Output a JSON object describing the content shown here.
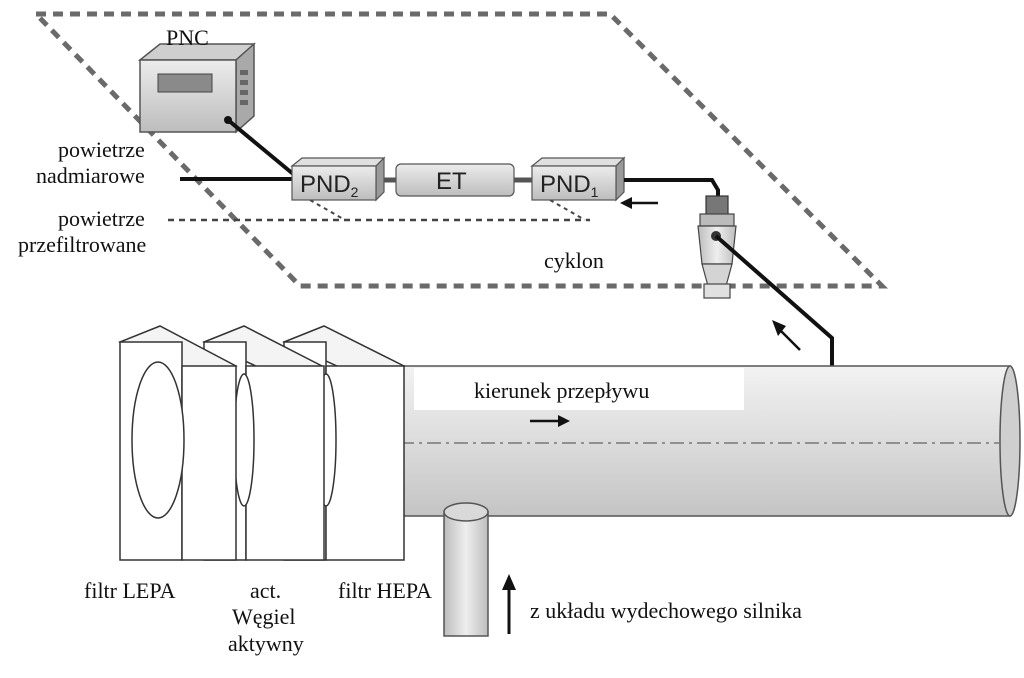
{
  "labels": {
    "pnc": "PNC",
    "excess_air_1": "powietrze",
    "excess_air_2": "nadmiarowe",
    "filtered_air_1": "powietrze",
    "filtered_air_2": "przefiltrowane",
    "cyclone": "cyklon",
    "flow_direction": "kierunek przepływu",
    "filter_lepa": "filtr LEPA",
    "carbon_1": "act.",
    "carbon_2": "Węgiel",
    "carbon_3": "aktywny",
    "filter_hepa": "filtr HEPA",
    "exhaust_source": "z układu wydechowego silnika"
  },
  "boxes": {
    "pnd2_main": "PND",
    "pnd2_sub": "2",
    "et": "ET",
    "pnd1_main": "PND",
    "pnd1_sub": "1"
  },
  "colors": {
    "line": "#111111",
    "dash": "#666666",
    "box_fill": "#d9d9d9",
    "tube_fill": "#e2e2e2",
    "filter_fill": "#ffffff"
  }
}
